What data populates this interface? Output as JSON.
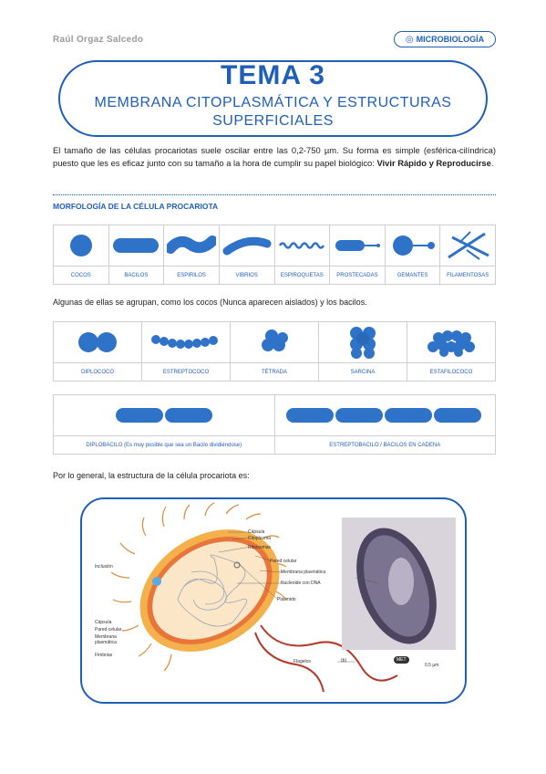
{
  "header": {
    "author": "Raúl Orgaz Salcedo",
    "brand": "MICROBIOLOGÍA"
  },
  "title": {
    "main": "TEMA 3",
    "line1": "MEMBRANA CITOPLASMÁTICA Y ESTRUCTURAS",
    "line2": "SUPERFICIALES"
  },
  "intro": {
    "text": "El tamaño de las células procariotas suele oscilar entre las 0,2-750 µm. Su forma es simple (esférica-cilíndrica) puesto que les es eficaz junto con su tamaño a la hora de cumplir su papel biológico: ",
    "bold": "Vivir Rápido y Reproducirse",
    "end": "."
  },
  "section_morph": "MORFOLOGÍA DE LA CÉLULA PROCARIOTA",
  "shapes": [
    "COCOS",
    "BACILOS",
    "ESPIRILOS",
    "VIBRIOS",
    "ESPIROQUETAS",
    "PROSTECADAS",
    "GEMANTES",
    "FILAMENTOSAS"
  ],
  "sentence2": "Algunas de ellas se agrupan, como los cocos (Nunca aparecen aislados) y los bacilos.",
  "groups": [
    "DIPLOCOCO",
    "ESTREPTOCOCO",
    "TÉTRADA",
    "SARCINA",
    "ESTAFILOCOCO"
  ],
  "bacilli_groups": [
    "DIPLOBACILO (Es muy posible que sea un Bacilo dividiéndose)",
    "ESTREPTOBACILO / BACILOS EN CADENA"
  ],
  "sentence3": "Por lo general, la estructura de la célula procariota es:",
  "figure": {
    "labels_right": [
      "Cápsula",
      "Citoplasma",
      "Ribosomas",
      "Pared celular",
      "Membrana plasmática",
      "Nucleoide con DNA",
      "Plásmido",
      "Flagelos"
    ],
    "labels_left": [
      "Inclusión",
      "Cápsula",
      "Pared celular",
      "Membrana plasmática",
      "Fimbrias"
    ],
    "panel": "(b)",
    "badge": "MET",
    "scale": "0,5 µm"
  },
  "colors": {
    "accent": "#1f5fb8",
    "cell_blue": "#2f73c9"
  }
}
